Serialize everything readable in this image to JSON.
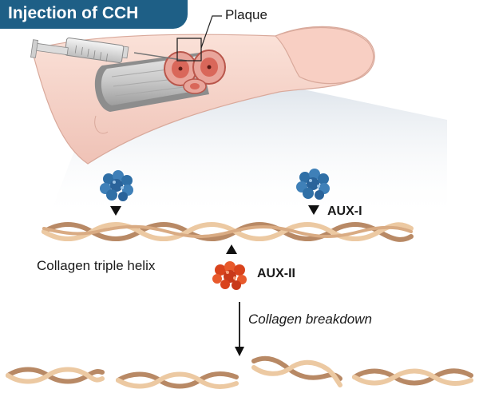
{
  "title": "Injection of CCH",
  "labels": {
    "plaque": "Plaque",
    "aux1": "AUX-I",
    "aux2": "AUX-II",
    "collagen_helix": "Collagen triple helix",
    "breakdown": "Collagen breakdown"
  },
  "colors": {
    "banner": "#1e5f86",
    "aux1": "#2f6fa6",
    "aux2": "#d9431c",
    "collagen_light": "#ecc9a2",
    "collagen_dark": "#b88965",
    "skin": "#f6d6cc",
    "plaque_red": "#d9675a"
  }
}
